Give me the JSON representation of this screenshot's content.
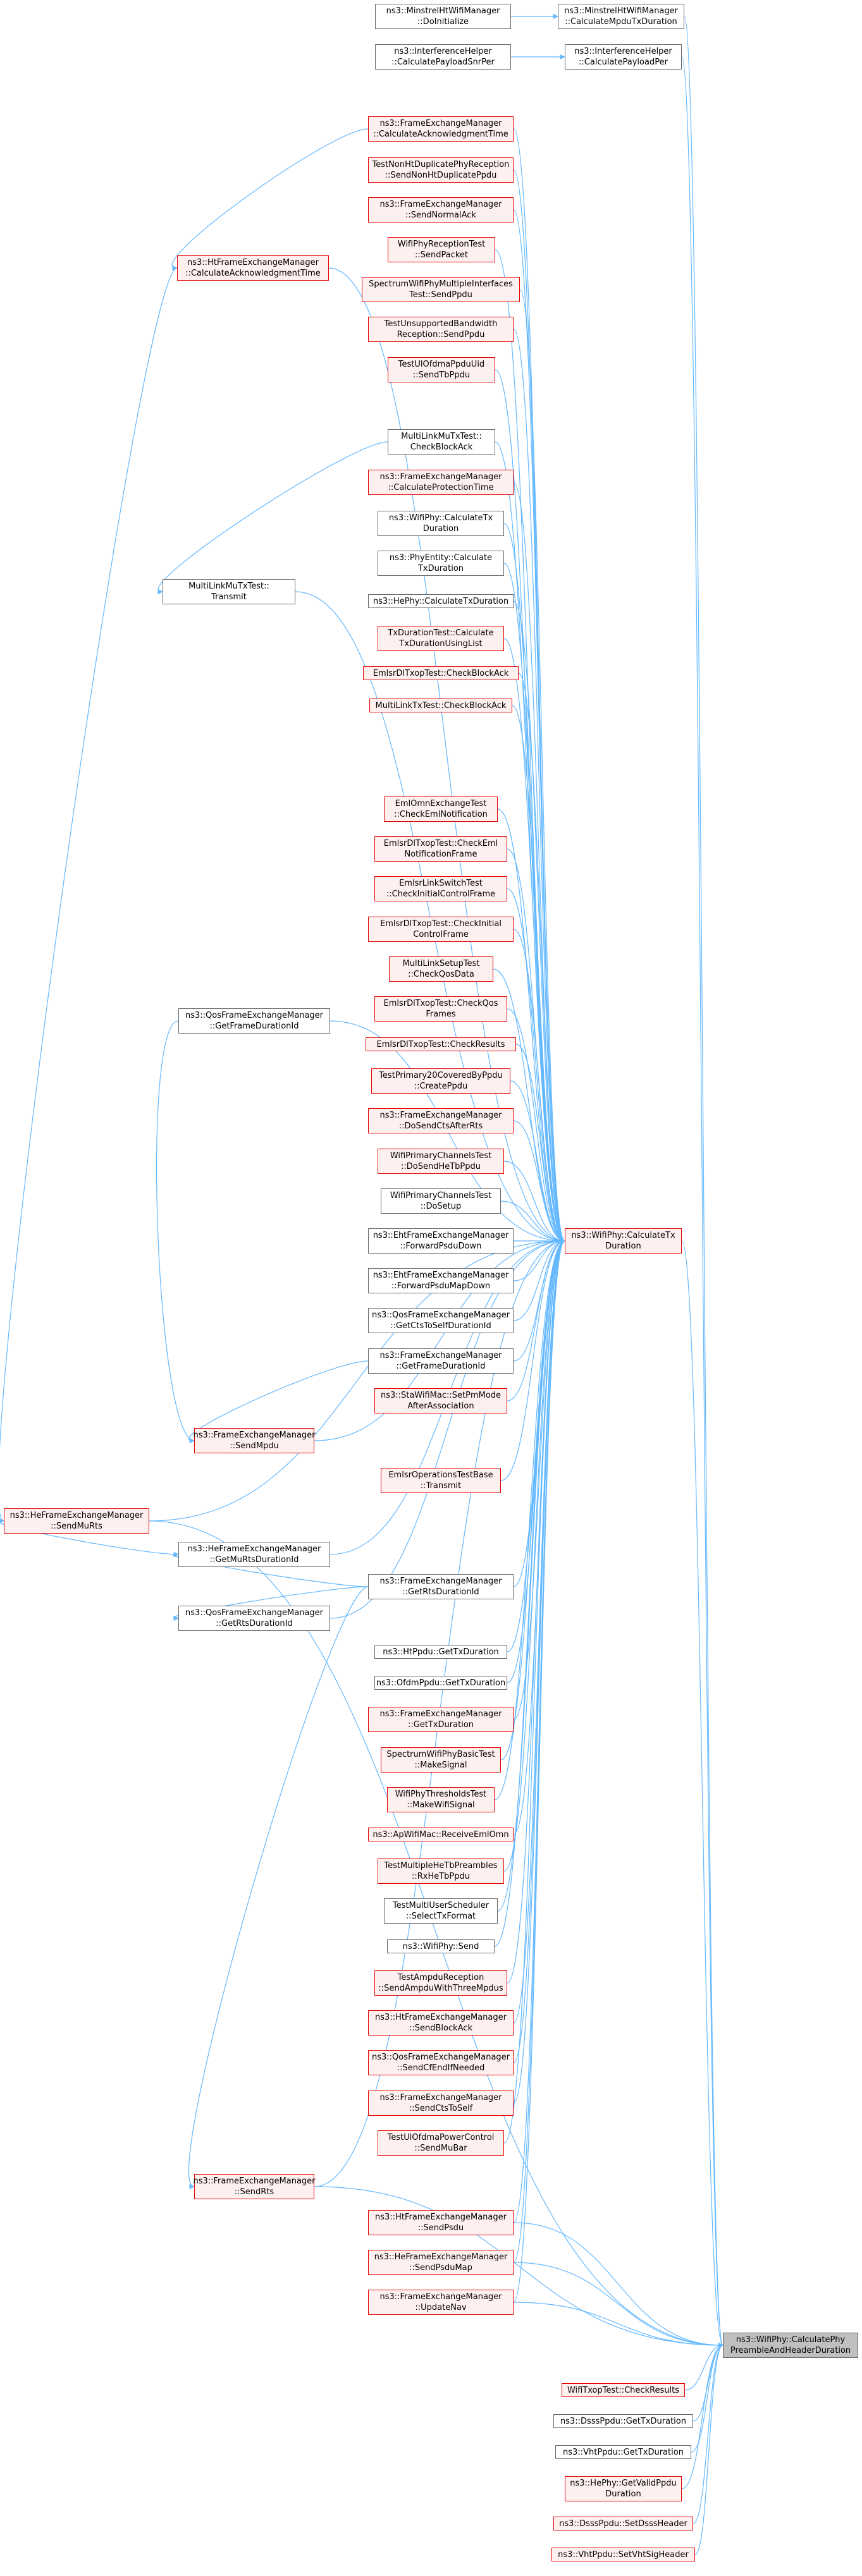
{
  "colors": {
    "edge": "#63b8ff",
    "black_border": "#666666",
    "red_border": "#e60000",
    "red_fill": "#fff0f0",
    "root_fill": "#bfbfbf"
  },
  "nodes": [
    {
      "id": "n0",
      "label": "ns3::MinstrelHtWifiManager\n::DoInitialize",
      "style": "black"
    },
    {
      "id": "n1",
      "label": "ns3::MinstrelHtWifiManager\n::CalculateMpduTxDuration",
      "style": "black"
    },
    {
      "id": "n2",
      "label": "ns3::InterferenceHelper\n::CalculatePayloadSnrPer",
      "style": "black"
    },
    {
      "id": "n3",
      "label": "ns3::InterferenceHelper\n::CalculatePayloadPer",
      "style": "black"
    },
    {
      "id": "n4",
      "label": "ns3::FrameExchangeManager\n::CalculateAcknowledgmentTime",
      "style": "red"
    },
    {
      "id": "n5",
      "label": "TestNonHtDuplicatePhyReception\n::SendNonHtDuplicatePpdu",
      "style": "red"
    },
    {
      "id": "n6",
      "label": "ns3::FrameExchangeManager\n::SendNormalAck",
      "style": "red"
    },
    {
      "id": "n7",
      "label": "WifiPhyReceptionTest\n::SendPacket",
      "style": "red"
    },
    {
      "id": "n8",
      "label": "SpectrumWifiPhyMultipleInterfaces\nTest::SendPpdu",
      "style": "red"
    },
    {
      "id": "n9",
      "label": "TestUnsupportedBandwidth\nReception::SendPpdu",
      "style": "red"
    },
    {
      "id": "n10",
      "label": "TestUlOfdmaPpduUid\n::SendTbPpdu",
      "style": "red"
    },
    {
      "id": "n11",
      "label": "ns3::HtFrameExchangeManager\n::CalculateAcknowledgmentTime",
      "style": "red"
    },
    {
      "id": "n12",
      "label": "MultiLinkMuTxTest::\nCheckBlockAck",
      "style": "black"
    },
    {
      "id": "n13",
      "label": "ns3::FrameExchangeManager\n::CalculateProtectionTime",
      "style": "red"
    },
    {
      "id": "n14",
      "label": "ns3::WifiPhy::CalculateTx\nDuration",
      "style": "black"
    },
    {
      "id": "n15",
      "label": "ns3::PhyEntity::Calculate\nTxDuration",
      "style": "black"
    },
    {
      "id": "n16",
      "label": "ns3::HePhy::CalculateTxDuration",
      "style": "black"
    },
    {
      "id": "n17",
      "label": "TxDurationTest::Calculate\nTxDurationUsingList",
      "style": "red"
    },
    {
      "id": "n18",
      "label": "EmlsrDlTxopTest::CheckBlockAck",
      "style": "red"
    },
    {
      "id": "n19",
      "label": "MultiLinkTxTest::CheckBlockAck",
      "style": "red"
    },
    {
      "id": "n20",
      "label": "MultiLinkMuTxTest::\nTransmit",
      "style": "black"
    },
    {
      "id": "n21",
      "label": "EmlOmnExchangeTest\n::CheckEmlNotification",
      "style": "red"
    },
    {
      "id": "n22",
      "label": "EmlsrDlTxopTest::CheckEml\nNotificationFrame",
      "style": "red"
    },
    {
      "id": "n23",
      "label": "EmlsrLinkSwitchTest\n::CheckInitialControlFrame",
      "style": "red"
    },
    {
      "id": "n24",
      "label": "EmlsrDlTxopTest::CheckInitial\nControlFrame",
      "style": "red"
    },
    {
      "id": "n25",
      "label": "MultiLinkSetupTest\n::CheckQosData",
      "style": "red"
    },
    {
      "id": "n26",
      "label": "EmlsrDlTxopTest::CheckQos\nFrames",
      "style": "red"
    },
    {
      "id": "n27",
      "label": "EmlsrDlTxopTest::CheckResults",
      "style": "red"
    },
    {
      "id": "n28",
      "label": "TestPrimary20CoveredByPpdu\n::CreatePpdu",
      "style": "red"
    },
    {
      "id": "n29",
      "label": "ns3::FrameExchangeManager\n::DoSendCtsAfterRts",
      "style": "red"
    },
    {
      "id": "n30",
      "label": "WifiPrimaryChannelsTest\n::DoSendHeTbPpdu",
      "style": "red"
    },
    {
      "id": "n31",
      "label": "WifiPrimaryChannelsTest\n::DoSetup",
      "style": "black"
    },
    {
      "id": "n32",
      "label": "ns3::QosFrameExchangeManager\n::GetFrameDurationId",
      "style": "black"
    },
    {
      "id": "n33",
      "label": "ns3::EhtFrameExchangeManager\n::ForwardPsduDown",
      "style": "black"
    },
    {
      "id": "n34",
      "label": "ns3::EhtFrameExchangeManager\n::ForwardPsduMapDown",
      "style": "black"
    },
    {
      "id": "n35",
      "label": "ns3::WifiPhy::CalculateTx\nDuration",
      "style": "red"
    },
    {
      "id": "n36",
      "label": "ns3::QosFrameExchangeManager\n::GetCtsToSelfDurationId",
      "style": "black"
    },
    {
      "id": "n37",
      "label": "ns3::FrameExchangeManager\n::GetFrameDurationId",
      "style": "black"
    },
    {
      "id": "n38",
      "label": "ns3::StaWifiMac::SetPmMode\nAfterAssociation",
      "style": "red"
    },
    {
      "id": "n39",
      "label": "ns3::FrameExchangeManager\n::SendMpdu",
      "style": "red"
    },
    {
      "id": "n40",
      "label": "EmlsrOperationsTestBase\n::Transmit",
      "style": "red"
    },
    {
      "id": "n41",
      "label": "ns3::HeFrameExchangeManager\n::SendMuRts",
      "style": "red"
    },
    {
      "id": "n42",
      "label": "ns3::HeFrameExchangeManager\n::GetMuRtsDurationId",
      "style": "black"
    },
    {
      "id": "n43",
      "label": "ns3::FrameExchangeManager\n::GetRtsDurationId",
      "style": "black"
    },
    {
      "id": "n44",
      "label": "ns3::QosFrameExchangeManager\n::GetRtsDurationId",
      "style": "black"
    },
    {
      "id": "n45",
      "label": "ns3::HtPpdu::GetTxDuration",
      "style": "black"
    },
    {
      "id": "n46",
      "label": "ns3::OfdmPpdu::GetTxDuration",
      "style": "black"
    },
    {
      "id": "n47",
      "label": "ns3::FrameExchangeManager\n::GetTxDuration",
      "style": "red"
    },
    {
      "id": "n48",
      "label": "SpectrumWifiPhyBasicTest\n::MakeSignal",
      "style": "red"
    },
    {
      "id": "n49",
      "label": "WifiPhyThresholdsTest\n::MakeWifiSignal",
      "style": "red"
    },
    {
      "id": "n50",
      "label": "ns3::ApWifiMac::ReceiveEmlOmn",
      "style": "red"
    },
    {
      "id": "n51",
      "label": "TestMultipleHeTbPreambles\n::RxHeTbPpdu",
      "style": "red"
    },
    {
      "id": "n52",
      "label": "TestMultiUserScheduler\n::SelectTxFormat",
      "style": "black"
    },
    {
      "id": "n53",
      "label": "ns3::WifiPhy::Send",
      "style": "black"
    },
    {
      "id": "n54",
      "label": "TestAmpduReception\n::SendAmpduWithThreeMpdus",
      "style": "red"
    },
    {
      "id": "n55",
      "label": "ns3::HtFrameExchangeManager\n::SendBlockAck",
      "style": "red"
    },
    {
      "id": "n56",
      "label": "ns3::QosFrameExchangeManager\n::SendCfEndIfNeeded",
      "style": "red"
    },
    {
      "id": "n57",
      "label": "ns3::FrameExchangeManager\n::SendCtsToSelf",
      "style": "red"
    },
    {
      "id": "n58",
      "label": "TestUlOfdmaPowerControl\n::SendMuBar",
      "style": "red"
    },
    {
      "id": "n59",
      "label": "ns3::FrameExchangeManager\n::SendRts",
      "style": "red"
    },
    {
      "id": "n60",
      "label": "ns3::HtFrameExchangeManager\n::SendPsdu",
      "style": "red"
    },
    {
      "id": "n61",
      "label": "ns3::HeFrameExchangeManager\n::SendPsduMap",
      "style": "red"
    },
    {
      "id": "n62",
      "label": "ns3::FrameExchangeManager\n::UpdateNav",
      "style": "red"
    },
    {
      "id": "n63",
      "label": "ns3::WifiPhy::CalculatePhy\nPreambleAndHeaderDuration",
      "style": "root"
    },
    {
      "id": "n64",
      "label": "WifiTxopTest::CheckResults",
      "style": "red"
    },
    {
      "id": "n65",
      "label": "ns3::DsssPpdu::GetTxDuration",
      "style": "black"
    },
    {
      "id": "n66",
      "label": "ns3::VhtPpdu::GetTxDuration",
      "style": "black"
    },
    {
      "id": "n67",
      "label": "ns3::HePhy::GetValidPpdu\nDuration",
      "style": "red"
    },
    {
      "id": "n68",
      "label": "ns3::DsssPpdu::SetDsssHeader",
      "style": "red"
    },
    {
      "id": "n69",
      "label": "ns3::VhtPpdu::SetVhtSigHeader",
      "style": "red"
    }
  ],
  "edges": [
    [
      "n0",
      "n1"
    ],
    [
      "n2",
      "n3"
    ],
    [
      "n4",
      "n11"
    ],
    [
      "n11",
      "n41"
    ],
    [
      "n12",
      "n20"
    ],
    [
      "n32",
      "n39"
    ],
    [
      "n37",
      "n39"
    ],
    [
      "n42",
      "n41"
    ],
    [
      "n43",
      "n42"
    ],
    [
      "n43",
      "n44"
    ],
    [
      "n43",
      "n59"
    ],
    [
      "n1",
      "n63"
    ],
    [
      "n3",
      "n63"
    ],
    [
      "n4",
      "n35"
    ],
    [
      "n5",
      "n35"
    ],
    [
      "n6",
      "n35"
    ],
    [
      "n7",
      "n35"
    ],
    [
      "n8",
      "n35"
    ],
    [
      "n9",
      "n35"
    ],
    [
      "n10",
      "n35"
    ],
    [
      "n11",
      "n35"
    ],
    [
      "n12",
      "n35"
    ],
    [
      "n13",
      "n35"
    ],
    [
      "n14",
      "n35"
    ],
    [
      "n15",
      "n35"
    ],
    [
      "n16",
      "n35"
    ],
    [
      "n17",
      "n35"
    ],
    [
      "n18",
      "n35"
    ],
    [
      "n19",
      "n35"
    ],
    [
      "n20",
      "n35"
    ],
    [
      "n21",
      "n35"
    ],
    [
      "n22",
      "n35"
    ],
    [
      "n23",
      "n35"
    ],
    [
      "n24",
      "n35"
    ],
    [
      "n25",
      "n35"
    ],
    [
      "n26",
      "n35"
    ],
    [
      "n27",
      "n35"
    ],
    [
      "n28",
      "n35"
    ],
    [
      "n29",
      "n35"
    ],
    [
      "n30",
      "n35"
    ],
    [
      "n31",
      "n35"
    ],
    [
      "n32",
      "n35"
    ],
    [
      "n33",
      "n35"
    ],
    [
      "n34",
      "n35"
    ],
    [
      "n36",
      "n35"
    ],
    [
      "n37",
      "n35"
    ],
    [
      "n38",
      "n35"
    ],
    [
      "n39",
      "n35"
    ],
    [
      "n40",
      "n35"
    ],
    [
      "n41",
      "n35"
    ],
    [
      "n42",
      "n35"
    ],
    [
      "n43",
      "n35"
    ],
    [
      "n44",
      "n35"
    ],
    [
      "n45",
      "n35"
    ],
    [
      "n46",
      "n35"
    ],
    [
      "n47",
      "n35"
    ],
    [
      "n48",
      "n35"
    ],
    [
      "n49",
      "n35"
    ],
    [
      "n50",
      "n35"
    ],
    [
      "n51",
      "n35"
    ],
    [
      "n52",
      "n35"
    ],
    [
      "n53",
      "n35"
    ],
    [
      "n54",
      "n35"
    ],
    [
      "n55",
      "n35"
    ],
    [
      "n56",
      "n35"
    ],
    [
      "n57",
      "n35"
    ],
    [
      "n58",
      "n35"
    ],
    [
      "n59",
      "n35"
    ],
    [
      "n60",
      "n35"
    ],
    [
      "n61",
      "n35"
    ],
    [
      "n62",
      "n35"
    ],
    [
      "n35",
      "n63"
    ],
    [
      "n41",
      "n63"
    ],
    [
      "n59",
      "n63"
    ],
    [
      "n60",
      "n63"
    ],
    [
      "n61",
      "n63"
    ],
    [
      "n62",
      "n63"
    ],
    [
      "n64",
      "n63"
    ],
    [
      "n65",
      "n63"
    ],
    [
      "n66",
      "n63"
    ],
    [
      "n67",
      "n63"
    ],
    [
      "n68",
      "n63"
    ],
    [
      "n69",
      "n63"
    ]
  ]
}
